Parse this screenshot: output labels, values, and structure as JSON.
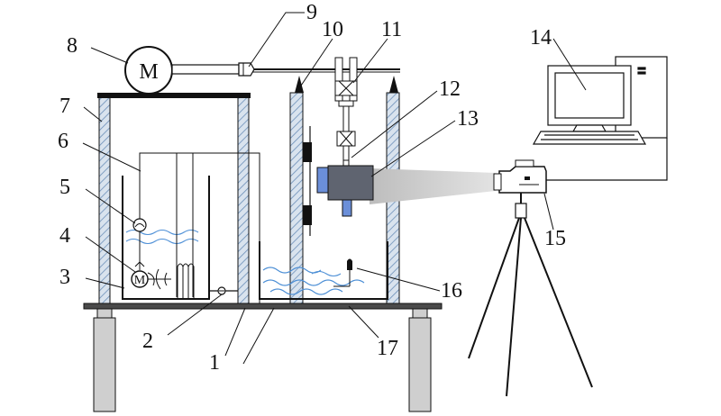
{
  "diagram": {
    "motor_symbol": "M",
    "pump_symbol": "M",
    "callouts": [
      {
        "id": "1",
        "text": "1",
        "part": "base-plate"
      },
      {
        "id": "2",
        "text": "2",
        "part": "valve"
      },
      {
        "id": "3",
        "text": "3",
        "part": "water-tank"
      },
      {
        "id": "4",
        "text": "4",
        "part": "pump"
      },
      {
        "id": "5",
        "text": "5",
        "part": "flow-meter"
      },
      {
        "id": "6",
        "text": "6",
        "part": "pipe"
      },
      {
        "id": "7",
        "text": "7",
        "part": "frame-column"
      },
      {
        "id": "8",
        "text": "8",
        "part": "motor"
      },
      {
        "id": "9",
        "text": "9",
        "part": "coupling"
      },
      {
        "id": "10",
        "text": "10",
        "part": "guide-column"
      },
      {
        "id": "11",
        "text": "11",
        "part": "bearing-assembly"
      },
      {
        "id": "12",
        "text": "12",
        "part": "shaft"
      },
      {
        "id": "13",
        "text": "13",
        "part": "specimen-box"
      },
      {
        "id": "14",
        "text": "14",
        "part": "computer"
      },
      {
        "id": "15",
        "text": "15",
        "part": "camera"
      },
      {
        "id": "16",
        "text": "16",
        "part": "sensor"
      },
      {
        "id": "17",
        "text": "17",
        "part": "test-tank"
      }
    ],
    "colors": {
      "line": "#111111",
      "column_fill": "#d9e3ee",
      "column_hatch": "#6c8fb8",
      "water": "#4d8fd6",
      "specimen": "#5f6470",
      "specimen_face": "#6b8fd9",
      "light_beam": "#cfcfcf",
      "leg_fill": "#cfcfcf",
      "plate_fill": "#4a4a4a"
    }
  }
}
